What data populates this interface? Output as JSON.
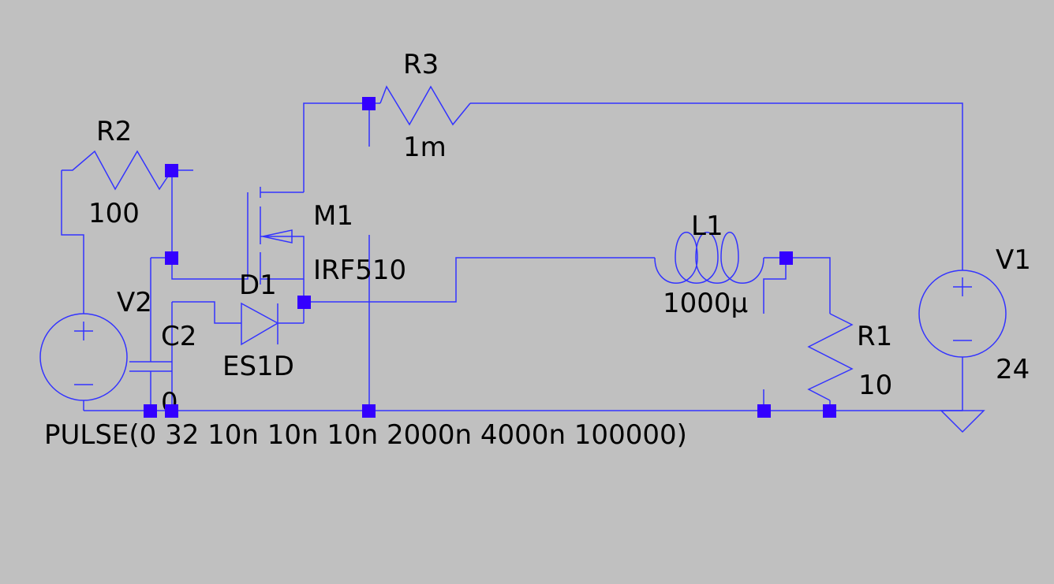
{
  "schematic": {
    "background": "#c0c0c0",
    "wire_color": "#3333ff",
    "node_color": "#3300ff",
    "components": {
      "r3": {
        "ref": "R3",
        "value": "1m"
      },
      "r2": {
        "ref": "R2",
        "value": "100"
      },
      "m1": {
        "ref": "M1",
        "value": "IRF510"
      },
      "l1": {
        "ref": "L1",
        "value": "1000µ"
      },
      "v1": {
        "ref": "V1",
        "value": "24"
      },
      "v2": {
        "ref": "V2",
        "value": "PULSE(0 32 10n 10n 10n 2000n 4000n 100000)"
      },
      "d1": {
        "ref": "D1",
        "value": "ES1D"
      },
      "c2": {
        "ref": "C2",
        "value": "0"
      },
      "r1": {
        "ref": "R1",
        "value": "10"
      }
    }
  }
}
